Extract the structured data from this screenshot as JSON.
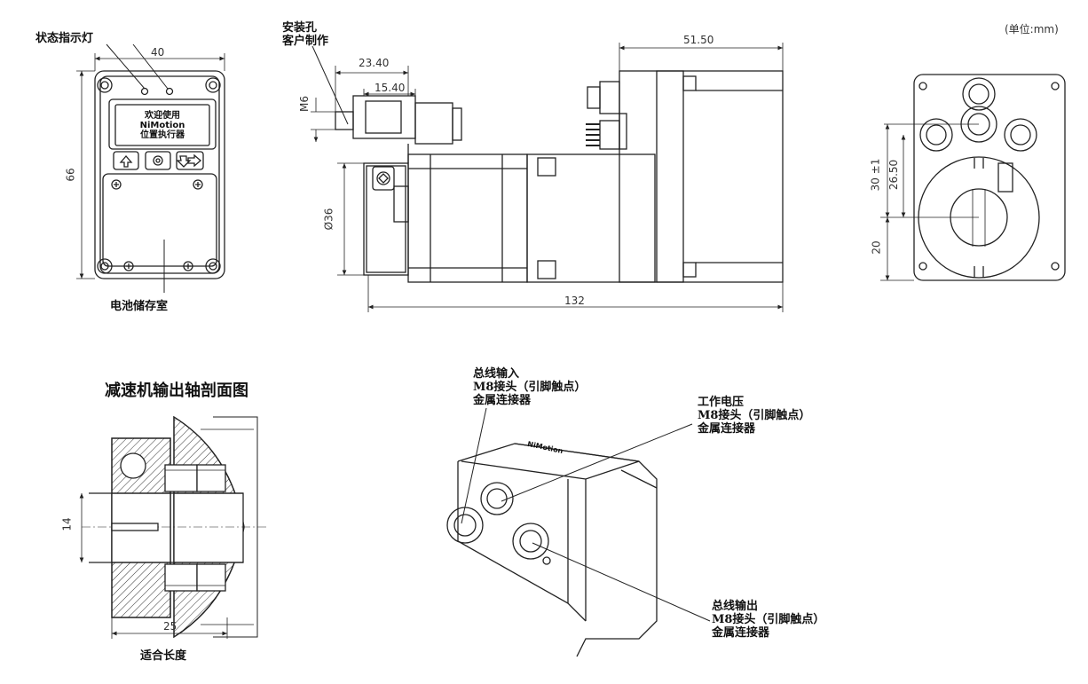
{
  "unit_note": "(单位:mm)",
  "front": {
    "status_lights": "状态指示灯",
    "battery": "电池储存室",
    "width": "40",
    "height": "66",
    "screen_line1": "欢迎使用",
    "screen_line2": "NiMotion",
    "screen_line3": "位置执行器"
  },
  "side": {
    "mount_line1": "安装孔",
    "mount_line2": "客户制作",
    "dim_2340": "23.40",
    "dim_1540": "15.40",
    "thread": "M6",
    "dia": "Ø36",
    "dim_5150": "51.50",
    "total": "132"
  },
  "right": {
    "dim_30": "30 ±1",
    "dim_2650": "26.50",
    "dim_20": "20"
  },
  "section": {
    "title": "减速机输出轴剖面图",
    "dim_14": "14",
    "dim_25": "25",
    "fit": "适合长度"
  },
  "iso": {
    "bus_in": [
      "总线输入",
      "M8接头（引脚触点）",
      "金属连接器"
    ],
    "voltage": [
      "工作电压",
      "M8接头（引脚触点）",
      "金属连接器"
    ],
    "bus_out": [
      "总线输出",
      "M8接头（引脚触点）",
      "金属连接器"
    ],
    "brand": "NiMotion"
  }
}
